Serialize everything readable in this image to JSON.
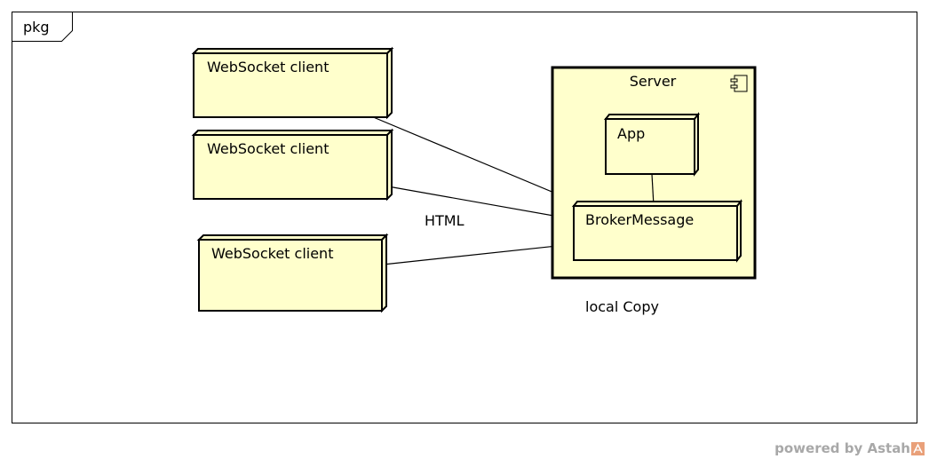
{
  "frame": {
    "label": "pkg"
  },
  "nodes": {
    "client1": {
      "label": "WebSocket client"
    },
    "client2": {
      "label": "WebSocket client"
    },
    "client3": {
      "label": "WebSocket client"
    },
    "server": {
      "label": "Server"
    },
    "app": {
      "label": "App"
    },
    "broker": {
      "label": "BrokerMessage"
    }
  },
  "annotations": {
    "html": "HTML",
    "local_copy": "local Copy"
  },
  "colors": {
    "node_fill": "#ffffcc",
    "stroke": "#000000"
  },
  "icons": {
    "component": "component-icon"
  },
  "watermark": {
    "text": "powered by Astah"
  }
}
